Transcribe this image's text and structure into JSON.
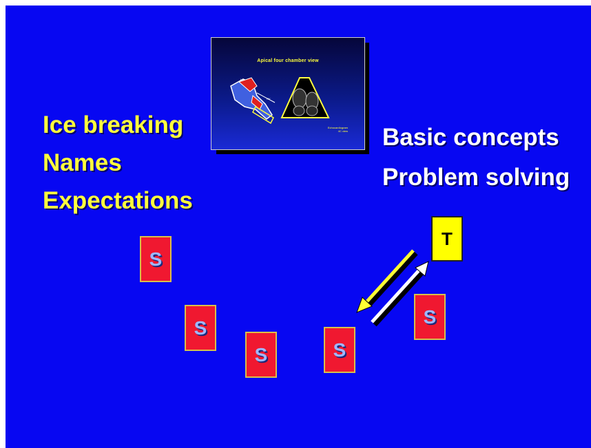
{
  "left_list": [
    "Ice breaking",
    "Names",
    "Expectations"
  ],
  "right_list": [
    "Basic concepts",
    "Problem solving"
  ],
  "thumbnail": {
    "title": "Apical four chamber view",
    "caption": [
      "Echocardiogram",
      "4C view"
    ]
  },
  "student_label": "S",
  "teacher_label": "T",
  "colors": {
    "slide_background": "#0707f2",
    "left_text": "#ffff3c",
    "right_text": "#ffffff",
    "student_card": "#f01830",
    "teacher_card": "#ffff00",
    "arrow_out": "#ffff33",
    "arrow_back": "#ffffff"
  }
}
